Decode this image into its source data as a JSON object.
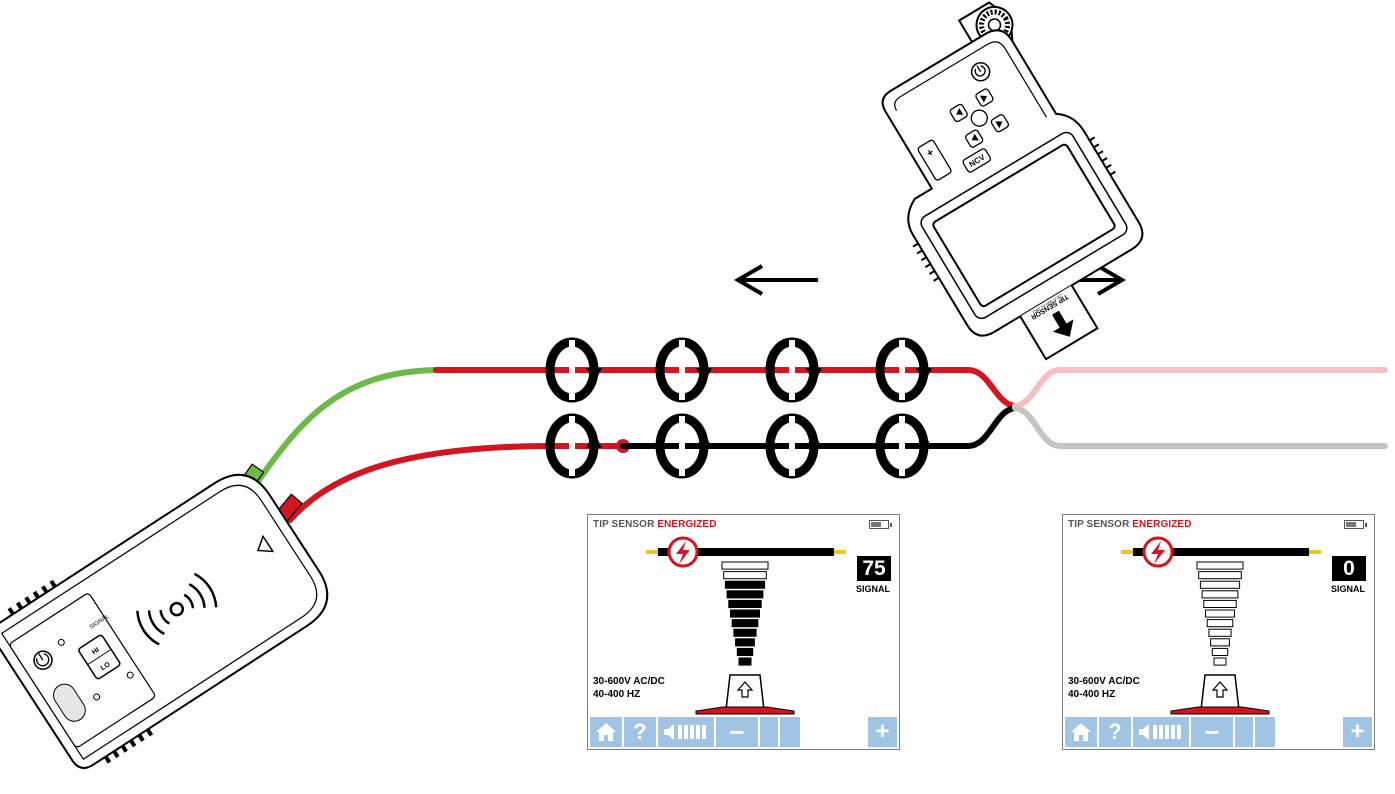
{
  "colors": {
    "wire_red": "#d4151f",
    "wire_green": "#6fb94a",
    "wire_black": "#000000",
    "wire_faded_red": "#f4c0c4",
    "wire_faded_black": "#c4c4c4",
    "button_blue": "#9fc4e4"
  },
  "icons": [
    "power-icon",
    "lightning-icon",
    "home-icon",
    "help-icon",
    "speaker-icon",
    "minus-icon",
    "plus-icon",
    "rotation-arrow-icon",
    "arrow-left-icon",
    "arrow-right-icon",
    "battery-icon"
  ],
  "transmitter": {
    "labels": {
      "signal": "SIGNAL",
      "hi": "HI",
      "lo": "LO"
    }
  },
  "receiver": {
    "buttons": {
      "plus": "+",
      "ncv": "NCV"
    },
    "tip_label": "TIP SENSOR",
    "cat_label": "CAT IV 600 V AC"
  },
  "screens": [
    {
      "id": "screen-high",
      "header": {
        "prefix": "TIP SENSOR",
        "highlight": "ENERGIZED"
      },
      "signal_value": "75",
      "signal_label": "SIGNAL",
      "voltage_range": "30-600V AC/DC",
      "frequency_range": "40-400 HZ",
      "filled_bars": 9,
      "total_bars": 11,
      "battery_level": 0.65,
      "toolbar": {
        "help": "?",
        "minus": "−",
        "plus": "+"
      }
    },
    {
      "id": "screen-low",
      "header": {
        "prefix": "TIP SENSOR",
        "highlight": "ENERGIZED"
      },
      "signal_value": "0",
      "signal_label": "SIGNAL",
      "voltage_range": "30-600V AC/DC",
      "frequency_range": "40-400 HZ",
      "filled_bars": 0,
      "total_bars": 11,
      "battery_level": 0.65,
      "toolbar": {
        "help": "?",
        "minus": "−",
        "plus": "+"
      }
    }
  ]
}
